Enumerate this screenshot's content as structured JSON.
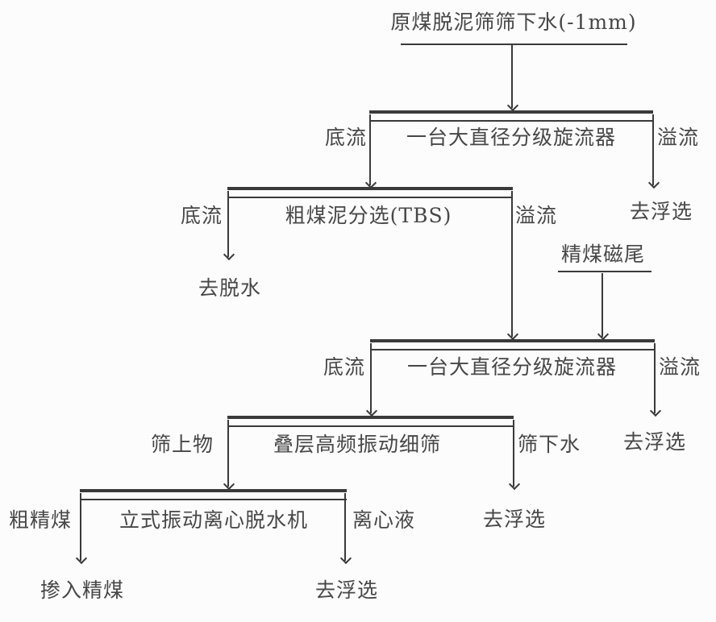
{
  "diagram": {
    "source": "原煤脱泥筛筛下水(-1mm)",
    "inputs": {
      "magnetic_tailings": "精煤磁尾"
    },
    "units": {
      "cyclone1": {
        "label": "一台大直径分级旋流器",
        "left": "底流",
        "right": "溢流"
      },
      "tbs": {
        "label": "粗煤泥分选(TBS)",
        "left": "底流",
        "right": "溢流"
      },
      "cyclone2": {
        "label": "一台大直径分级旋流器",
        "left": "底流",
        "right": "溢流"
      },
      "sieve": {
        "label": "叠层高频振动细筛",
        "left": "筛上物",
        "right": "筛下水"
      },
      "centrifuge": {
        "label": "立式振动离心脱水机",
        "left": "粗精煤",
        "right": "离心液"
      }
    },
    "outputs": {
      "cyclone1_right": "去浮选",
      "tbs_left": "去脱水",
      "cyclone2_right": "去浮选",
      "sieve_right": "去浮选",
      "centrifuge_left": "掺入精煤",
      "centrifuge_right": "去浮选"
    },
    "colors": {
      "line": "#3a3a3a",
      "text": "#474747",
      "background": "#fcfcfc"
    }
  }
}
